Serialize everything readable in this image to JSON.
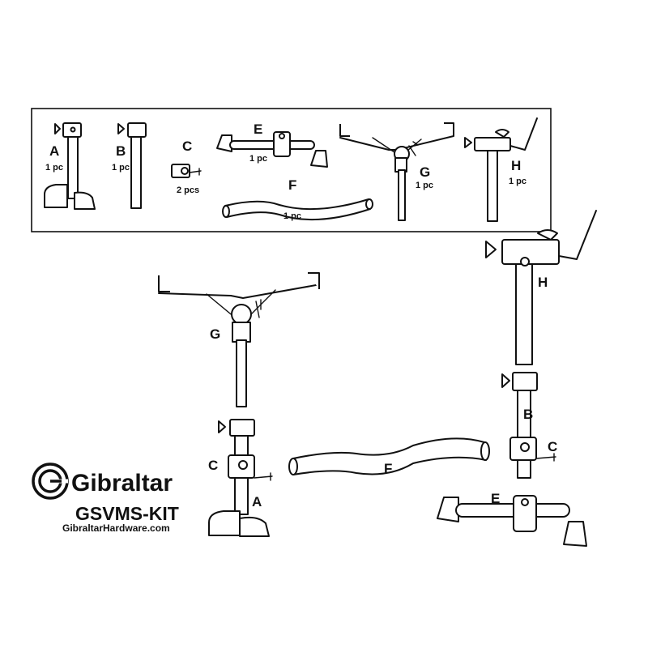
{
  "kit_box": {
    "parts": [
      {
        "letter": "A",
        "qty": "1 pc"
      },
      {
        "letter": "B",
        "qty": "1 pc"
      },
      {
        "letter": "C",
        "qty": "2 pcs"
      },
      {
        "letter": "E",
        "qty": "1 pc"
      },
      {
        "letter": "F",
        "qty": "1 pc"
      },
      {
        "letter": "G",
        "qty": "1 pc"
      },
      {
        "letter": "H",
        "qty": "1 pc"
      }
    ]
  },
  "assembly_labels": {
    "G": "G",
    "H": "H",
    "C_left": "C",
    "A": "A",
    "F": "F",
    "B": "B",
    "C_right": "C",
    "E": "E"
  },
  "brand": {
    "name": "Gibraltar",
    "model": "GSVMS-KIT",
    "website": "GibraltarHardware.com",
    "logo_icon": "gibraltar-g-logo-icon"
  }
}
